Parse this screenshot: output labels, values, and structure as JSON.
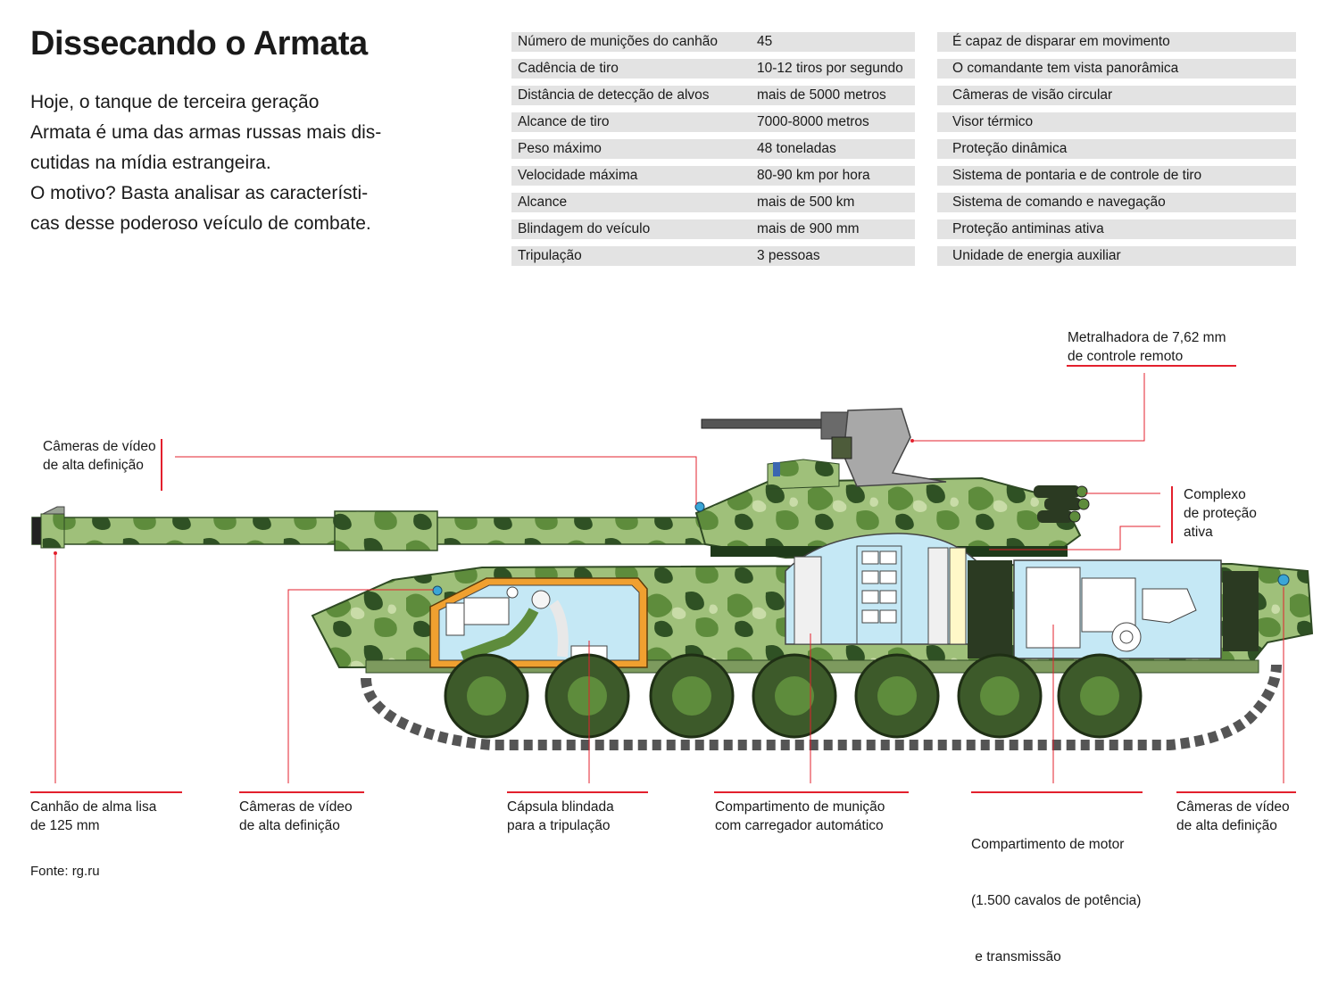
{
  "title": "Dissecando o Armata",
  "intro": [
    "Hoje, o tanque de terceira geração",
    "Armata é uma das armas russas mais dis-",
    "cutidas na mídia estrangeira.",
    "O motivo? Basta analisar as característi-",
    "cas desse poderoso veículo de combate."
  ],
  "specs": [
    {
      "label": "Número de munições do canhão",
      "value": "45"
    },
    {
      "label": "Cadência de tiro",
      "value": "10-12 tiros por segundo"
    },
    {
      "label": "Distância de detecção de alvos",
      "value": "mais de 5000 metros"
    },
    {
      "label": "Alcance de tiro",
      "value": "7000-8000 metros"
    },
    {
      "label": "Peso máximo",
      "value": "48 toneladas"
    },
    {
      "label": "Velocidade máxima",
      "value": "80-90 km por hora"
    },
    {
      "label": "Alcance",
      "value": "mais de 500 km"
    },
    {
      "label": "Blindagem do veículo",
      "value": "mais de 900 mm"
    },
    {
      "label": "Tripulação",
      "value": "3 pessoas"
    }
  ],
  "features": [
    "É capaz de disparar em movimento",
    "O comandante tem vista panorâmica",
    "Câmeras de visão circular",
    "Visor térmico",
    "Proteção dinâmica",
    "Sistema de pontaria e de controle de tiro",
    "Sistema de comando e navegação",
    "Proteção antiminas ativa",
    "Unidade de energia auxiliar"
  ],
  "callouts": {
    "machine_gun": [
      "Metralhadora  de 7,62 mm",
      "de controle remoto"
    ],
    "cameras_top": [
      "Câmeras de vídeo",
      "de alta definição"
    ],
    "protection": [
      "Complexo",
      "de proteção",
      "ativa"
    ],
    "cannon": [
      "Canhão de alma lisa",
      "de 125 mm"
    ],
    "cameras_front": [
      "Câmeras de vídeo",
      "de alta definição"
    ],
    "capsule": [
      "Cápsula blindada",
      "para a tripulação"
    ],
    "ammo": [
      "Compartimento de munição",
      "com carregador automático"
    ],
    "engine": [
      "Compartimento de motor",
      "(1.500 cavalos de potência)",
      " e transmissão"
    ],
    "cameras_rear": [
      "Câmeras de vídeo",
      "de alta definição"
    ]
  },
  "source": "Fonte: rg.ru",
  "colors": {
    "accent_red": "#e3202d",
    "camo_light": "#9fc07a",
    "camo_mid": "#5e8c3c",
    "camo_dark": "#2f5124",
    "interior_blue": "#c5e8f5",
    "capsule_orange": "#f0a030",
    "table_gray": "#e3e3e3"
  }
}
